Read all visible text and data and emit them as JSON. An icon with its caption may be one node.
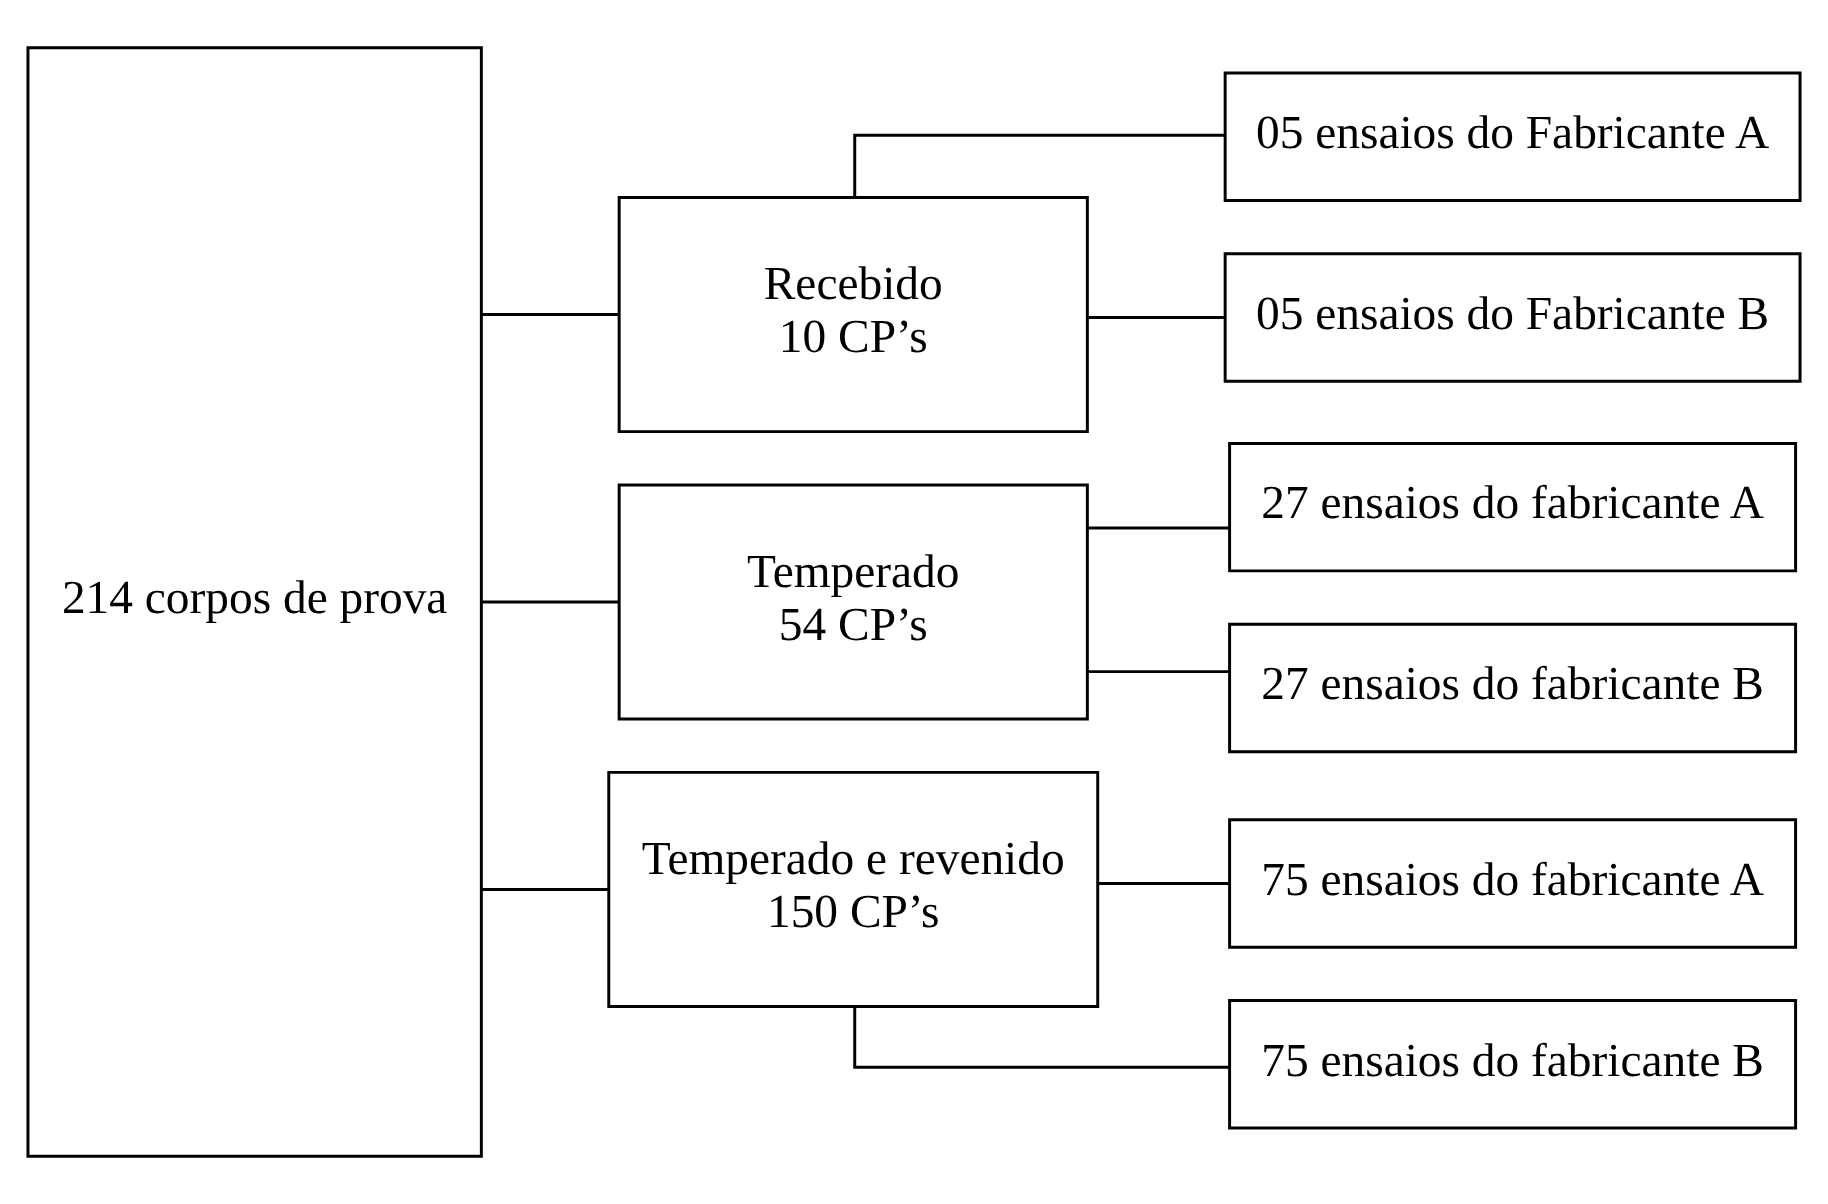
{
  "diagram": {
    "nodes": [
      {
        "text": [
          "214 corpos de prova"
        ]
      },
      {
        "text": [
          "Recebido 10 CP’s"
        ]
      },
      {
        "text": [
          "Temperado 54 CP’s"
        ]
      },
      {
        "text": [
          "Temperado e revenido 150 CP’s"
        ]
      },
      {
        "text": [
          "05 ensaios do Fabricante A"
        ]
      },
      {
        "text": [
          "05 ensaios do Fabricante B"
        ]
      },
      {
        "text": [
          "27 ensaios do fabricante A"
        ]
      },
      {
        "text": [
          "27 ensaios do fabricante B"
        ]
      },
      {
        "text": [
          "75 ensaios do fabricante A"
        ]
      },
      {
        "text": [
          "75 ensaios do fabricante B"
        ]
      }
    ],
    "edges": [
      {
        "from": 0,
        "to": 1,
        "arrow": "none"
      },
      {
        "from": 0,
        "to": 2,
        "arrow": "none"
      },
      {
        "from": 0,
        "to": 3,
        "arrow": "none"
      },
      {
        "from": 1,
        "to": 4,
        "arrow": "none"
      },
      {
        "from": 1,
        "to": 5,
        "arrow": "none"
      },
      {
        "from": 2,
        "to": 6,
        "arrow": "none"
      },
      {
        "from": 2,
        "to": 7,
        "arrow": "none"
      },
      {
        "from": 3,
        "to": 8,
        "arrow": "none"
      },
      {
        "from": 3,
        "to": 9,
        "arrow": "none"
      }
    ]
  }
}
